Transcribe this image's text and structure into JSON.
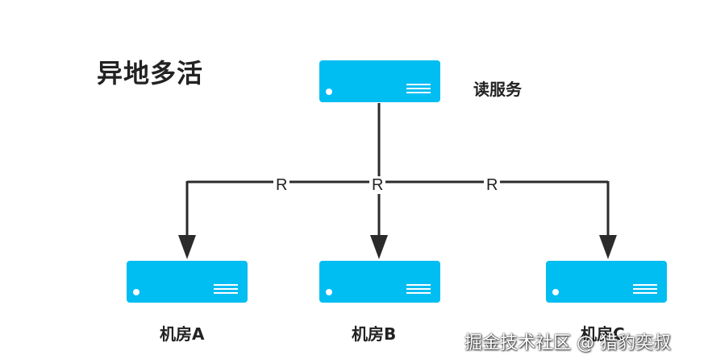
{
  "title": "异地多活",
  "read_service": {
    "label": "读服务"
  },
  "edges": [
    {
      "label": "R",
      "to": "机房A"
    },
    {
      "label": "R",
      "to": "机房B"
    },
    {
      "label": "R",
      "to": "机房C"
    }
  ],
  "rooms": [
    {
      "label": "机房A"
    },
    {
      "label": "机房B"
    },
    {
      "label": "机房C"
    }
  ],
  "watermark": "掘金技术社区 @ 猎豹奕叔",
  "colors": {
    "server": "#00bdf2",
    "line": "#2b2b2b",
    "text": "#222222"
  }
}
